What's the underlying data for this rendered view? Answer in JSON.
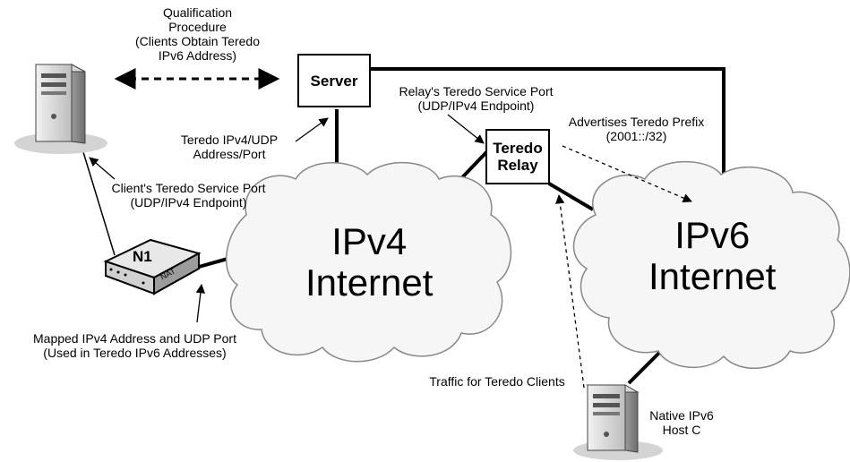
{
  "labels": {
    "qualification": [
      "Qualification",
      "Procedure",
      "(Clients Obtain Teredo",
      "IPv6 Address)"
    ],
    "relay_port": [
      "Relay's Teredo Service Port",
      "(UDP/IPv4 Endpoint)"
    ],
    "advertises": [
      "Advertises Teredo Prefix",
      "(2001::/32)"
    ],
    "server_addr": [
      "Teredo IPv4/UDP",
      "Address/Port"
    ],
    "client_port": [
      "Client's Teredo Service Port",
      "(UDP/IPv4 Endpoint)"
    ],
    "mapped": [
      "Mapped IPv4 Address and UDP Port",
      "(Used in Teredo IPv6 Addresses)"
    ],
    "traffic": "Traffic for Teredo Clients",
    "host_c": [
      "Native IPv6",
      "Host C"
    ]
  },
  "nodes": {
    "server": "Server",
    "relay": [
      "Teredo",
      "Relay"
    ],
    "nat_name": "N1",
    "nat_tag": "NAT"
  },
  "clouds": {
    "ipv4": [
      "IPv4",
      "Internet"
    ],
    "ipv6": [
      "IPv6",
      "Internet"
    ]
  },
  "icons": [
    "client-computer-icon",
    "host-c-computer-icon",
    "nat-device-icon",
    "cloud-icon"
  ]
}
